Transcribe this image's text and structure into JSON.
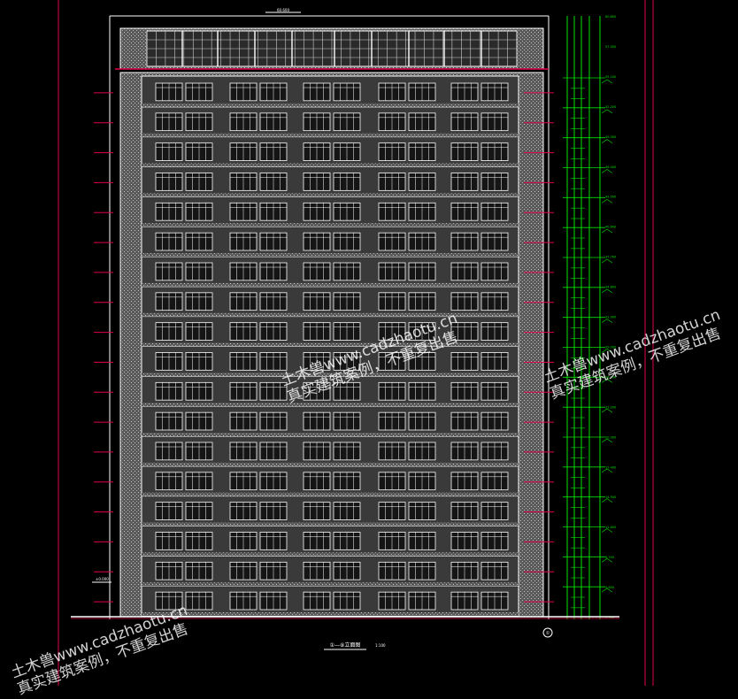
{
  "drawing": {
    "view_title": "①—⑧立面图",
    "scale": "1:100",
    "axis_mark": "①",
    "ground_elevation": "±0.000",
    "roof_elevation": "57.000",
    "top_elevation": "60.600",
    "floor_count": 18,
    "floor_elevations": [
      "2.900",
      "5.800",
      "8.700",
      "11.600",
      "14.500",
      "17.400",
      "20.300",
      "23.200",
      "26.100",
      "29.000",
      "31.900",
      "34.800",
      "37.700",
      "40.600",
      "43.500",
      "46.400",
      "49.300",
      "52.200",
      "55.100",
      "57.000",
      "60.600"
    ]
  },
  "watermarks": [
    {
      "line1": "土木兽www.cadzhaotu.cn",
      "line2": "真实建筑案例，不重复出售"
    },
    {
      "line1": "土木兽www.cadzhaotu.cn",
      "line2": "真实建筑案例，不重复出售"
    },
    {
      "line1": "土木兽www.cadzhaotu.cn",
      "line2": "真实建筑案例，不重复出售"
    }
  ],
  "colors": {
    "background": "#000000",
    "outline": "#ffffff",
    "grid_line": "#e0004a",
    "dimension": "#00e000",
    "facade_fill": "#9a9a9a"
  }
}
